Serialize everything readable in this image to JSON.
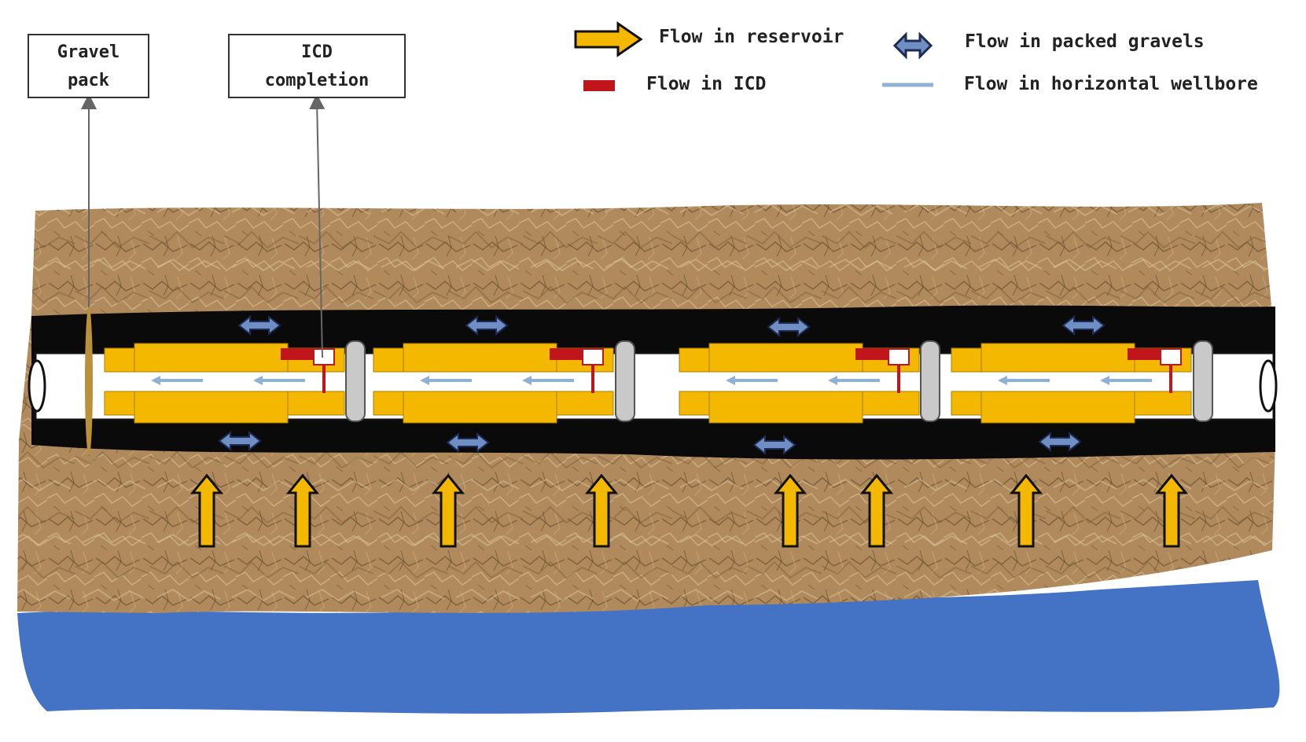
{
  "callouts": {
    "gravel_pack": [
      "Gravel",
      "pack"
    ],
    "icd_completion": [
      "ICD",
      "completion"
    ]
  },
  "legend": {
    "flow_in_reservoir": "Flow in reservoir",
    "flow_in_packed_gravels": "Flow in packed gravels",
    "flow_in_icd": "Flow in ICD",
    "flow_in_horizontal_wellbore": "Flow in horizontal wellbore"
  },
  "colors": {
    "reservoir_rock": "#b08a5c",
    "rock_crack": "#6e5232",
    "gravel_annulus": "#0a0a0a",
    "icd_joint": "#f5b800",
    "icd_flow": "#c0151b",
    "packed_gravel_flow": "#6f8fc4",
    "wellbore_flow": "#8fb1d4",
    "water": "#4472c4",
    "packer": "#c9c9c9"
  },
  "diagram": {
    "icd_joints": 4,
    "packers": 4,
    "reservoir_inflow_arrows": 8,
    "icons": [
      "yellow-arrow-icon",
      "double-arrow-icon",
      "red-bar-icon",
      "blue-line-icon"
    ]
  }
}
